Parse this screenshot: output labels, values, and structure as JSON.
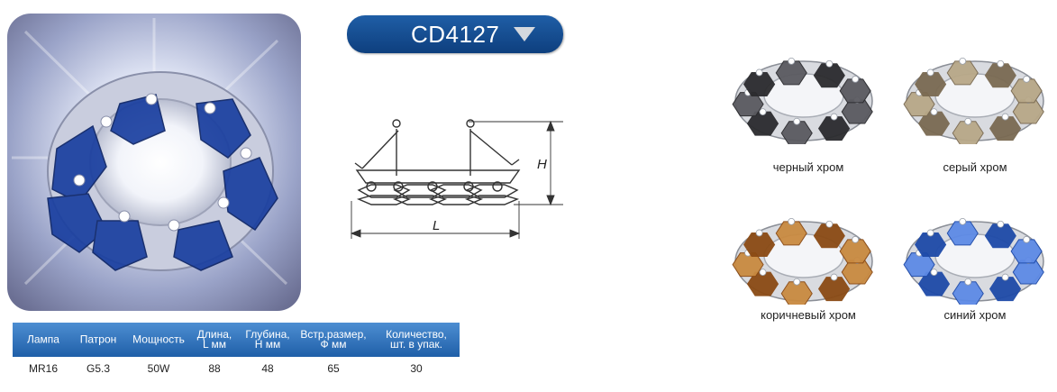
{
  "product": {
    "model": "CD4127"
  },
  "drawing": {
    "height_label": "H",
    "length_label": "L"
  },
  "specs": {
    "headers": [
      [
        "Лампа"
      ],
      [
        "Патрон"
      ],
      [
        "Мощность"
      ],
      [
        "Длина,",
        "L мм"
      ],
      [
        "Глубина,",
        "H мм"
      ],
      [
        "Встр.размер,",
        "Ф мм"
      ],
      [
        "Количество,",
        "шт. в упак."
      ]
    ],
    "values": [
      "MR16",
      "G5.3",
      "50W",
      "88",
      "48",
      "65",
      "30"
    ]
  },
  "variants": [
    {
      "label": "черный хром",
      "crystal": "#2b2b2e",
      "crystal_light": "#5a5a60"
    },
    {
      "label": "серый хром",
      "crystal": "#7a6a52",
      "crystal_light": "#b8a888"
    },
    {
      "label": "коричневый хром",
      "crystal": "#8a4a14",
      "crystal_light": "#c98a40"
    },
    {
      "label": "синий хром",
      "crystal": "#1e4aa8",
      "crystal_light": "#5d8ae6"
    }
  ],
  "colors": {
    "header_blue": "#1f5fa8",
    "pill_blue": "#0e3f7e",
    "photo_crystal": "#1a3fa0"
  }
}
